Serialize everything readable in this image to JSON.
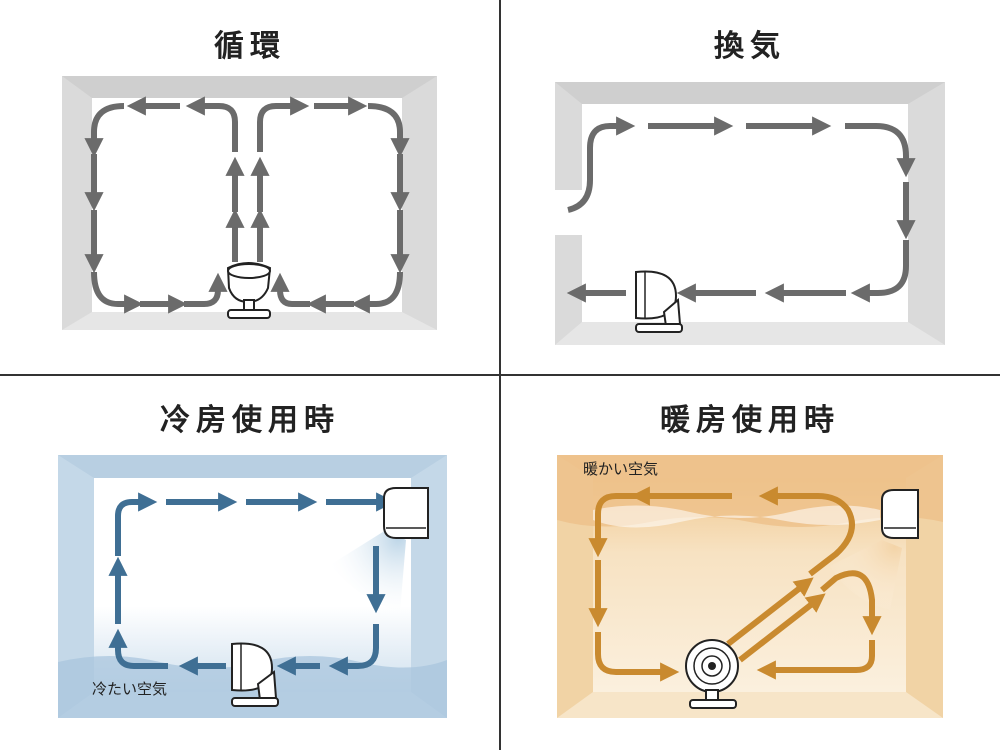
{
  "panels": {
    "circulation": {
      "title": "循環"
    },
    "ventilation": {
      "title": "換気"
    },
    "cooling": {
      "title": "冷房使用時",
      "label": "冷たい空気"
    },
    "heating": {
      "title": "暖房使用時",
      "label": "暖かい空気"
    }
  },
  "colors": {
    "gray_arrow": "#6b6b6b",
    "blue_arrow": "#3f6f94",
    "orange_arrow": "#c98a2f",
    "divider": "#333333"
  }
}
